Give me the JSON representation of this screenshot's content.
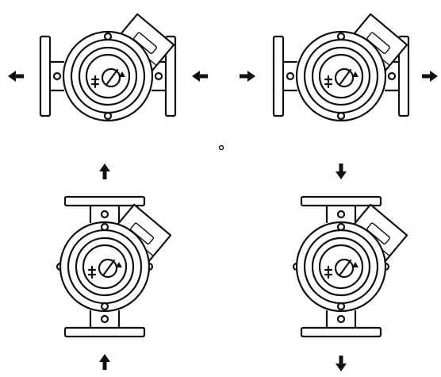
{
  "diagram": {
    "description_labels": [],
    "panels": [
      {
        "id": "horizontal-left",
        "flow": "left"
      },
      {
        "id": "horizontal-right",
        "flow": "right"
      },
      {
        "id": "vertical-up",
        "flow": "up"
      },
      {
        "id": "vertical-down",
        "flow": "down"
      }
    ]
  },
  "colors": {
    "line": "#111111",
    "background": "#ffffff"
  },
  "icons": [
    "arrow-left-icon",
    "arrow-right-icon",
    "arrow-up-icon",
    "arrow-down-icon",
    "pump-symbol-icon"
  ]
}
